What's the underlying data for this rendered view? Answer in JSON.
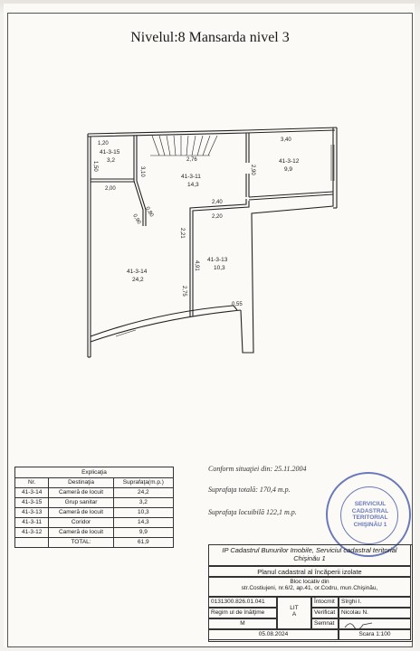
{
  "title": "Nivelul:8 Mansarda nivel 3",
  "plan": {
    "dims": {
      "d120": "1,20",
      "d150": "1,50",
      "d276": "2,76",
      "d340": "3,40",
      "d310": "3,10",
      "d200": "2,00",
      "d080": "0,80",
      "d090": "0,90",
      "d290": "2,90",
      "d240": "2,40",
      "d220": "2,20",
      "d221": "2,21",
      "d491": "4,91",
      "d275": "2,75",
      "d055": "0,55"
    },
    "rooms": [
      {
        "code": "41-3-15",
        "area": "3,2"
      },
      {
        "code": "41-3-11",
        "area": "14,3"
      },
      {
        "code": "41-3-12",
        "area": "9,9"
      },
      {
        "code": "41-3-13",
        "area": "10,3"
      },
      {
        "code": "41-3-14",
        "area": "24,2"
      }
    ]
  },
  "legend": {
    "caption": "Explicaţia",
    "headers": [
      "Nr.",
      "Destinaţia",
      "Suprafaţa(m.p.)"
    ],
    "rows": [
      [
        "41-3-14",
        "Cameră de locuit",
        "24,2"
      ],
      [
        "41-3-15",
        "Grup sanitar",
        "3,2"
      ],
      [
        "41-3-13",
        "Cameră de locuit",
        "10,3"
      ],
      [
        "41-3-11",
        "Coridor",
        "14,3"
      ],
      [
        "41-3-12",
        "Cameră de locuit",
        "9,9"
      ]
    ],
    "total_label": "TOTAL:",
    "total_value": "61,9"
  },
  "notes": {
    "situation": "Conform situaţiei din: 25.11.2004",
    "total_area": "Suprafaţa totală: 170,4 m.p.",
    "living_area": "Suprafaţa locuibilă 122,1 m.p."
  },
  "stamp": {
    "line1": "SERVICIUL",
    "line2": "CADASTRAL",
    "line3": "TERITORIAL",
    "line4": "CHIŞINĂU 1"
  },
  "titleblock": {
    "org_line1": "IP Cadastrul Bunurilor Imobile, Serviciul cadastral teritorial",
    "org_line2": "Chişinău 1",
    "doc_title": "Planul cadastral al încăperii izolate",
    "building": "Bloc locativ din",
    "address": "str.Costiujeni, nr.6/2, ap.41, or.Codru,     mun.Chişinău,",
    "cadastral_no": "0131300.826.01.041",
    "height_regime": "Regim ul de înălţime",
    "height_value": "M",
    "lit_label": "LIT",
    "lit_value": "A",
    "drawn_label": "Întocmit",
    "drawn_name": "Sîrghi I.",
    "checked_label": "Verificat",
    "checked_name": "Nicolau N.",
    "signed_label": "Semnat",
    "date": "05.08.2024",
    "scale": "Scara 1:100"
  }
}
